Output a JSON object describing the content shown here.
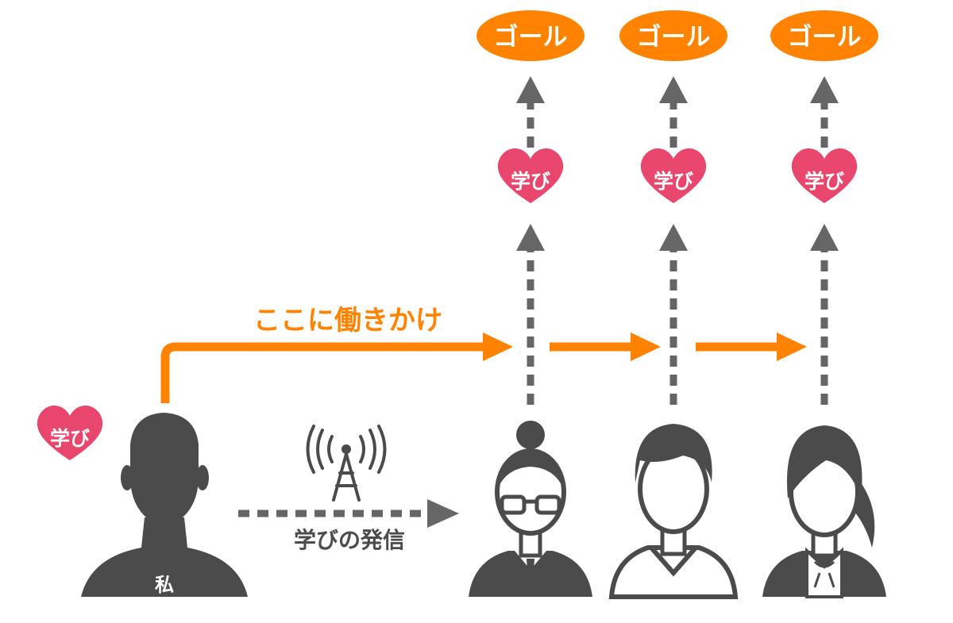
{
  "me": {
    "label": "私",
    "learning_label": "学び"
  },
  "broadcast": {
    "label": "学びの発信"
  },
  "intervention": {
    "label": "ここに働きかけ"
  },
  "people": [
    {
      "learning_label": "学び",
      "goal_label": "ゴール"
    },
    {
      "learning_label": "学び",
      "goal_label": "ゴール"
    },
    {
      "learning_label": "学び",
      "goal_label": "ゴール"
    }
  ],
  "colors": {
    "accent": "#FF8200",
    "heart": "#E8466C",
    "figure": "#4B4B4B",
    "arrow_dashed": "#666666"
  }
}
